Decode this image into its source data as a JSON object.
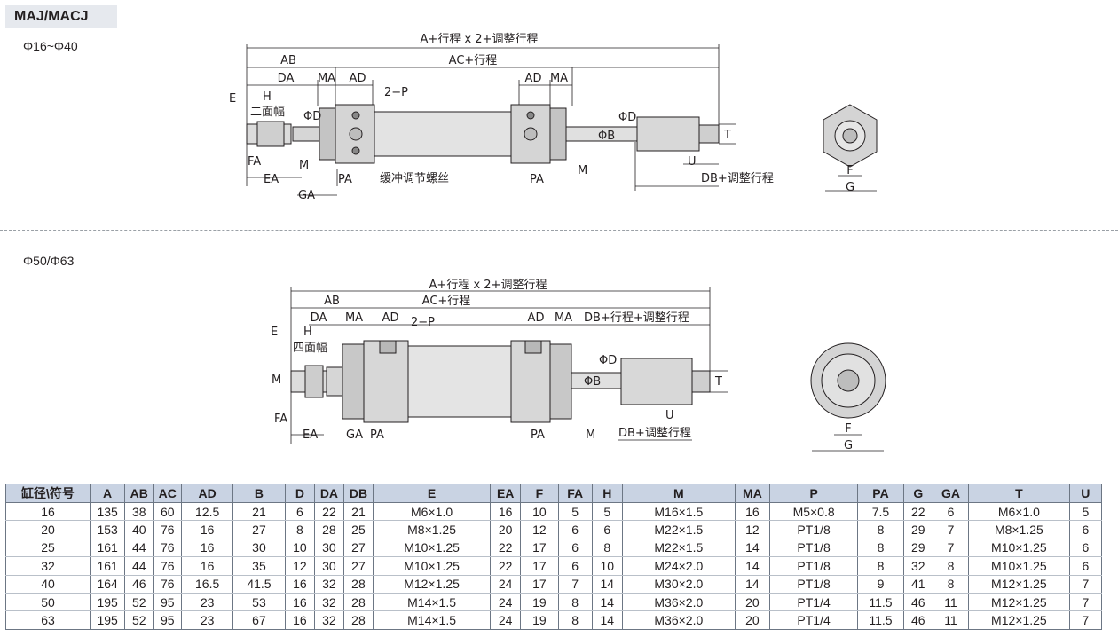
{
  "header": {
    "title": "MAJ/MACJ"
  },
  "variants": {
    "small": "Φ16~Φ40",
    "large": "Φ50/Φ63"
  },
  "drawing_top": {
    "total": "A+行程 x 2+调整行程",
    "ab": "AB",
    "ac": "AC+行程",
    "da": "DA",
    "ma": "MA",
    "ad": "AD",
    "ad2": "AD",
    "ma2": "MA",
    "port": "2−P",
    "e": "E",
    "h": "H",
    "flats": "二面幅",
    "d": "ΦD",
    "b": "ΦB",
    "fa": "FA",
    "m": "M",
    "m2": "M",
    "ea": "EA",
    "ga": "GA",
    "pa": "PA",
    "pa2": "PA",
    "cushion": "缓冲调节螺丝",
    "db": "DB+调整行程",
    "t": "T",
    "u": "U",
    "f": "F",
    "g": "G"
  },
  "drawing_bottom": {
    "total": "A+行程 x 2+调整行程",
    "ab": "AB",
    "ac": "AC+行程",
    "da": "DA",
    "ma": "MA",
    "ad": "AD",
    "port": "2−P",
    "ad2": "AD",
    "ma2": "MA",
    "db_stroke": "DB+行程+调整行程",
    "e": "E",
    "h": "H",
    "flats": "四面幅",
    "m": "M",
    "d": "ΦD",
    "b": "ΦB",
    "fa": "FA",
    "ea": "EA",
    "ga": "GA",
    "pa": "PA",
    "pa2": "PA",
    "m2": "M",
    "db": "DB+调整行程",
    "t": "T",
    "u": "U",
    "f": "F",
    "g": "G"
  },
  "table": {
    "headers": [
      "缸径\\符号",
      "A",
      "AB",
      "AC",
      "AD",
      "B",
      "D",
      "DA",
      "DB",
      "E",
      "EA",
      "F",
      "FA",
      "H",
      "M",
      "MA",
      "P",
      "PA",
      "G",
      "GA",
      "T",
      "U"
    ],
    "rows": [
      [
        "16",
        "135",
        "38",
        "60",
        "12.5",
        "21",
        "6",
        "22",
        "21",
        "M6×1.0",
        "16",
        "10",
        "5",
        "5",
        "M16×1.5",
        "16",
        "M5×0.8",
        "7.5",
        "22",
        "6",
        "M6×1.0",
        "5"
      ],
      [
        "20",
        "153",
        "40",
        "76",
        "16",
        "27",
        "8",
        "28",
        "25",
        "M8×1.25",
        "20",
        "12",
        "6",
        "6",
        "M22×1.5",
        "12",
        "PT1/8",
        "8",
        "29",
        "7",
        "M8×1.25",
        "6"
      ],
      [
        "25",
        "161",
        "44",
        "76",
        "16",
        "30",
        "10",
        "30",
        "27",
        "M10×1.25",
        "22",
        "17",
        "6",
        "8",
        "M22×1.5",
        "14",
        "PT1/8",
        "8",
        "29",
        "7",
        "M10×1.25",
        "6"
      ],
      [
        "32",
        "161",
        "44",
        "76",
        "16",
        "35",
        "12",
        "30",
        "27",
        "M10×1.25",
        "22",
        "17",
        "6",
        "10",
        "M24×2.0",
        "14",
        "PT1/8",
        "8",
        "32",
        "8",
        "M10×1.25",
        "6"
      ],
      [
        "40",
        "164",
        "46",
        "76",
        "16.5",
        "41.5",
        "16",
        "32",
        "28",
        "M12×1.25",
        "24",
        "17",
        "7",
        "14",
        "M30×2.0",
        "14",
        "PT1/8",
        "9",
        "41",
        "8",
        "M12×1.25",
        "7"
      ],
      [
        "50",
        "195",
        "52",
        "95",
        "23",
        "53",
        "16",
        "32",
        "28",
        "M14×1.5",
        "24",
        "19",
        "8",
        "14",
        "M36×2.0",
        "20",
        "PT1/4",
        "11.5",
        "46",
        "11",
        "M12×1.25",
        "7"
      ],
      [
        "63",
        "195",
        "52",
        "95",
        "23",
        "67",
        "16",
        "32",
        "28",
        "M14×1.5",
        "24",
        "19",
        "8",
        "14",
        "M36×2.0",
        "20",
        "PT1/4",
        "11.5",
        "46",
        "11",
        "M12×1.25",
        "7"
      ]
    ]
  }
}
